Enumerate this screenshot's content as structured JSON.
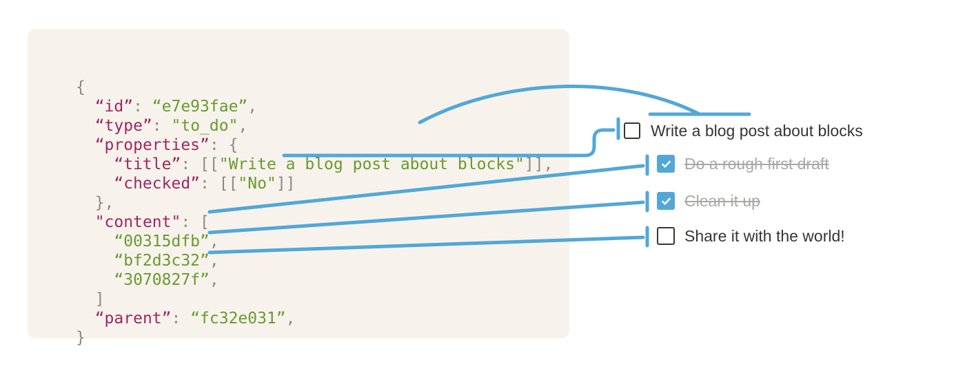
{
  "colors": {
    "accent": "#52a7d8",
    "code-bg": "#f7f3ec",
    "key": "#a02661",
    "str": "#699a2e",
    "punc": "#8a8a85",
    "text-dark": "#37352f",
    "text-muted": "#a8a8a4"
  },
  "code": {
    "lines": [
      [
        {
          "t": "{",
          "c": "p"
        }
      ],
      [
        {
          "t": "  ",
          "c": "p"
        },
        {
          "t": "“id”",
          "c": "k"
        },
        {
          "t": ": ",
          "c": "p"
        },
        {
          "t": "“e7e93fae”",
          "c": "s"
        },
        {
          "t": ",",
          "c": "p"
        }
      ],
      [
        {
          "t": "  ",
          "c": "p"
        },
        {
          "t": "“type”",
          "c": "k"
        },
        {
          "t": ": ",
          "c": "p"
        },
        {
          "t": "\"to_do\"",
          "c": "s"
        },
        {
          "t": ",",
          "c": "p"
        }
      ],
      [
        {
          "t": "  ",
          "c": "p"
        },
        {
          "t": "“properties”",
          "c": "k"
        },
        {
          "t": ": ",
          "c": "p"
        },
        {
          "t": "{",
          "c": "p"
        }
      ],
      [
        {
          "t": "    ",
          "c": "p"
        },
        {
          "t": "“title”",
          "c": "k"
        },
        {
          "t": ": ",
          "c": "p"
        },
        {
          "t": "[[",
          "c": "p"
        },
        {
          "t": "\"Write a blog post about blocks\"",
          "c": "s"
        },
        {
          "t": "]],",
          "c": "p"
        }
      ],
      [
        {
          "t": "    ",
          "c": "p"
        },
        {
          "t": "“checked”",
          "c": "k"
        },
        {
          "t": ": ",
          "c": "p"
        },
        {
          "t": "[[",
          "c": "p"
        },
        {
          "t": "\"No\"",
          "c": "s"
        },
        {
          "t": "]]",
          "c": "p"
        }
      ],
      [
        {
          "t": "  },",
          "c": "p"
        }
      ],
      [
        {
          "t": "  ",
          "c": "p"
        },
        {
          "t": "\"content\"",
          "c": "k"
        },
        {
          "t": ": ",
          "c": "p"
        },
        {
          "t": "[",
          "c": "p"
        }
      ],
      [
        {
          "t": "    ",
          "c": "p"
        },
        {
          "t": "“00315dfb”",
          "c": "s"
        },
        {
          "t": ",",
          "c": "p"
        }
      ],
      [
        {
          "t": "    ",
          "c": "p"
        },
        {
          "t": "“bf2d3c32”",
          "c": "s"
        },
        {
          "t": ",",
          "c": "p"
        }
      ],
      [
        {
          "t": "    ",
          "c": "p"
        },
        {
          "t": "“3070827f”",
          "c": "s"
        },
        {
          "t": ",",
          "c": "p"
        }
      ],
      [
        {
          "t": "  ]",
          "c": "p"
        }
      ],
      [
        {
          "t": "  ",
          "c": "p"
        },
        {
          "t": "“parent”",
          "c": "k"
        },
        {
          "t": ": ",
          "c": "p"
        },
        {
          "t": "“fc32e031”",
          "c": "s"
        },
        {
          "t": ",",
          "c": "p"
        }
      ],
      [
        {
          "t": "}",
          "c": "p"
        }
      ]
    ]
  },
  "todo": {
    "items": [
      {
        "label": "Write a blog post about blocks",
        "checked": false,
        "completed": false
      },
      {
        "label": "Do a rough first draft",
        "checked": true,
        "completed": true
      },
      {
        "label": "Clean it up",
        "checked": true,
        "completed": true
      },
      {
        "label": "Share it with the world!",
        "checked": false,
        "completed": false
      }
    ]
  }
}
